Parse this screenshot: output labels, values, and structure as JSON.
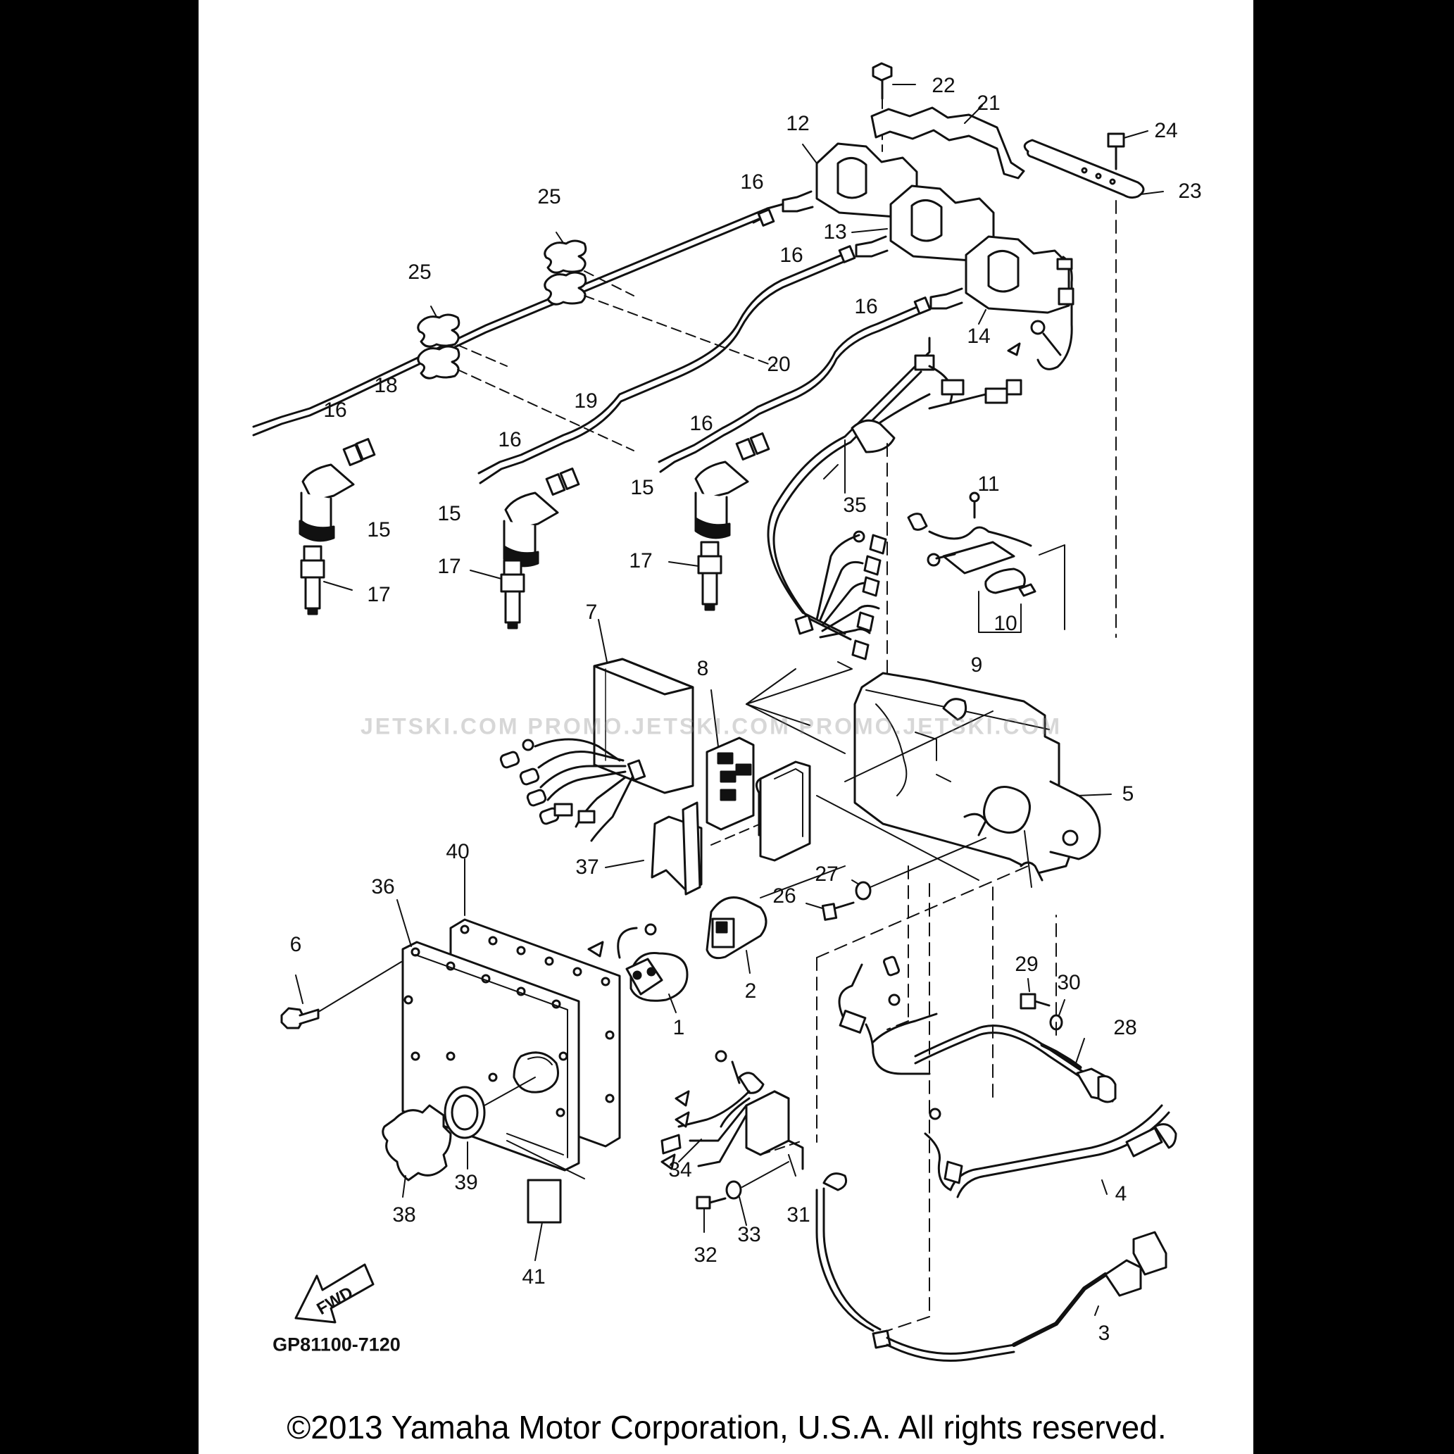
{
  "diagram": {
    "drawing_code": "GP81100-7120",
    "copyright": "©2013 Yamaha Motor Corporation, U.S.A. All rights reserved.",
    "watermark": "JETSKI.COM   PROMO.JETSKI.COM   PROMO.JETSKI.COM",
    "fwd_label": "FWD",
    "callouts": [
      {
        "id": "c22a",
        "text": "22"
      },
      {
        "id": "c21",
        "text": "21"
      },
      {
        "id": "c24",
        "text": "24"
      },
      {
        "id": "c23",
        "text": "23"
      },
      {
        "id": "c12",
        "text": "12"
      },
      {
        "id": "c16a",
        "text": "16"
      },
      {
        "id": "c13",
        "text": "13"
      },
      {
        "id": "c16b",
        "text": "16"
      },
      {
        "id": "c16c",
        "text": "16"
      },
      {
        "id": "c14",
        "text": "14"
      },
      {
        "id": "c25a",
        "text": "25"
      },
      {
        "id": "c25b",
        "text": "25"
      },
      {
        "id": "c20",
        "text": "20"
      },
      {
        "id": "c18",
        "text": "18"
      },
      {
        "id": "c19",
        "text": "19"
      },
      {
        "id": "c16d",
        "text": "16"
      },
      {
        "id": "c16e",
        "text": "16"
      },
      {
        "id": "c16f",
        "text": "16"
      },
      {
        "id": "c15a",
        "text": "15"
      },
      {
        "id": "c15b",
        "text": "15"
      },
      {
        "id": "c15c",
        "text": "15"
      },
      {
        "id": "c35",
        "text": "35"
      },
      {
        "id": "c11",
        "text": "11"
      },
      {
        "id": "c17a",
        "text": "17"
      },
      {
        "id": "c17b",
        "text": "17"
      },
      {
        "id": "c17c",
        "text": "17"
      },
      {
        "id": "c10",
        "text": "10"
      },
      {
        "id": "c9",
        "text": "9"
      },
      {
        "id": "c7",
        "text": "7"
      },
      {
        "id": "c8",
        "text": "8"
      },
      {
        "id": "c5",
        "text": "5"
      },
      {
        "id": "c37",
        "text": "37"
      },
      {
        "id": "c27",
        "text": "27"
      },
      {
        "id": "c26",
        "text": "26"
      },
      {
        "id": "c40",
        "text": "40"
      },
      {
        "id": "c36",
        "text": "36"
      },
      {
        "id": "c6",
        "text": "6"
      },
      {
        "id": "c2",
        "text": "2"
      },
      {
        "id": "c1",
        "text": "1"
      },
      {
        "id": "c29",
        "text": "29"
      },
      {
        "id": "c30",
        "text": "30"
      },
      {
        "id": "c28",
        "text": "28"
      },
      {
        "id": "c34",
        "text": "34"
      },
      {
        "id": "c39",
        "text": "39"
      },
      {
        "id": "c38",
        "text": "38"
      },
      {
        "id": "c31",
        "text": "31"
      },
      {
        "id": "c33",
        "text": "33"
      },
      {
        "id": "c32",
        "text": "32"
      },
      {
        "id": "c4",
        "text": "4"
      },
      {
        "id": "c41",
        "text": "41"
      },
      {
        "id": "c3",
        "text": "3"
      }
    ]
  }
}
